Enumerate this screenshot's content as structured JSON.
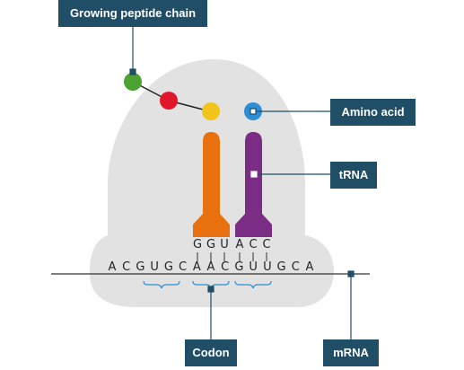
{
  "labels": {
    "growing_chain": "Growing peptide chain",
    "amino_acid": "Amino acid",
    "trna": "tRNA",
    "codon": "Codon",
    "mrna": "mRNA"
  },
  "anticodon": [
    "G",
    "G",
    "U",
    "A",
    "C",
    "C"
  ],
  "mrna_sequence": [
    "A",
    "C",
    "G",
    "U",
    "G",
    "C",
    "A",
    "A",
    "C",
    "G",
    "U",
    "U",
    "G",
    "C",
    "A"
  ],
  "colors": {
    "ribosome": "#e2e2e2",
    "label_bg": "#1f4e66",
    "label_line": "#1f4e66",
    "trna_orange": "#e8700f",
    "trna_purple": "#7b2d86",
    "amino_green": "#4ca232",
    "amino_red": "#e0162b",
    "amino_yellow": "#f2c41a",
    "amino_blue": "#2d8ed6",
    "codon_brace": "#2d8ed6"
  }
}
